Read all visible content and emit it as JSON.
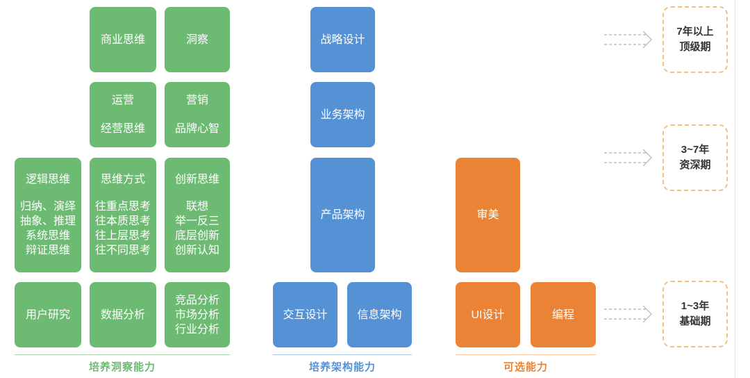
{
  "colors": {
    "green": "#6dbb72",
    "blue": "#5591d5",
    "orange": "#ea8335",
    "stage_border": "#f2c180",
    "arrow": "#bdbdbd"
  },
  "insight": {
    "business_thinking": "商业思维",
    "insight": "洞察",
    "operations": {
      "title": "运营",
      "sub": "经营思维"
    },
    "marketing": {
      "title": "营销",
      "sub": "品牌心智"
    },
    "logic": {
      "title": "逻辑思维",
      "lines": [
        "归纳、演绎",
        "抽象、推理",
        "系统思维",
        "辩证思维"
      ]
    },
    "thinking_mode": {
      "title": "思维方式",
      "lines": [
        "往重点思考",
        "往本质思考",
        "往上层思考",
        "往不同思考"
      ]
    },
    "innovation": {
      "title": "创新思维",
      "lines": [
        "联想",
        "举一反三",
        "底层创新",
        "创新认知"
      ]
    },
    "user_research": "用户研究",
    "data_analysis": "数据分析",
    "competitive": [
      "竞品分析",
      "市场分析",
      "行业分析"
    ],
    "label": "培养洞察能力"
  },
  "architecture": {
    "strategy_design": "战略设计",
    "business_arch": "业务架构",
    "product_arch": "产品架构",
    "interaction_design": "交互设计",
    "info_arch": "信息架构",
    "label": "培养架构能力"
  },
  "optional": {
    "aesthetics": "审美",
    "ui_design": "UI设计",
    "programming": "编程",
    "label": "可选能力"
  },
  "stages": [
    {
      "years": "7年以上",
      "name": "顶级期"
    },
    {
      "years": "3~7年",
      "name": "资深期"
    },
    {
      "years": "1~3年",
      "name": "基础期"
    }
  ]
}
